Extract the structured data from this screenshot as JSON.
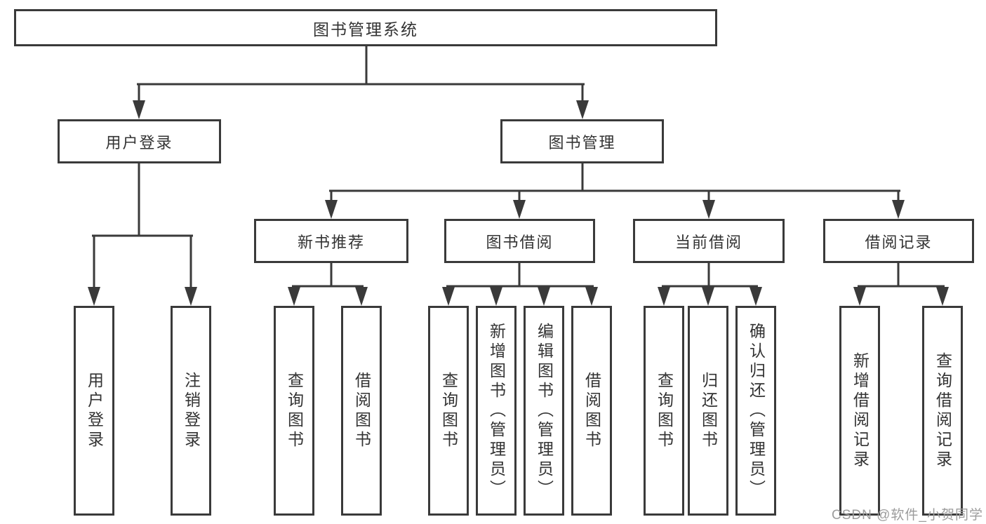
{
  "tree": {
    "root": {
      "label": "图书管理系统"
    },
    "children": [
      {
        "label": "用户登录",
        "children": [
          {
            "label": "用户登录"
          },
          {
            "label": "注销登录"
          }
        ]
      },
      {
        "label": "图书管理",
        "children": [
          {
            "label": "新书推荐",
            "children": [
              {
                "label": "查询图书"
              },
              {
                "label": "借阅图书"
              }
            ]
          },
          {
            "label": "图书借阅",
            "children": [
              {
                "label": "查询图书"
              },
              {
                "label": "新增图书（管理员）"
              },
              {
                "label": "编辑图书（管理员）"
              },
              {
                "label": "借阅图书"
              }
            ]
          },
          {
            "label": "当前借阅",
            "children": [
              {
                "label": "查询图书"
              },
              {
                "label": "归还图书"
              },
              {
                "label": "确认归还（管理员）"
              }
            ]
          },
          {
            "label": "借阅记录",
            "children": [
              {
                "label": "新增借阅记录"
              },
              {
                "label": "查询借阅记录"
              }
            ]
          }
        ]
      }
    ]
  },
  "watermark": {
    "text": "CSDN @软件_小贺同学"
  },
  "theme": {
    "line_color": "#3a3a3a",
    "text_color": "#333333",
    "watermark_color": "#9c9c9c",
    "background_color": "#ffffff"
  }
}
